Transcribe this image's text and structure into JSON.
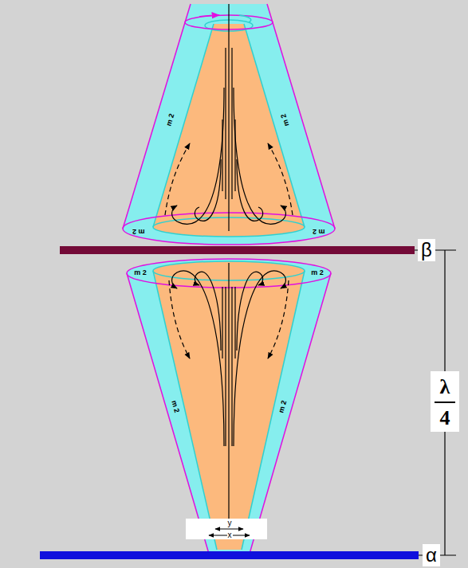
{
  "diagram": {
    "labels": [
      "m 2",
      "m 2",
      "m 2",
      "m 2",
      "m 2",
      "m 2",
      "m 2",
      "m 2",
      "β",
      "α",
      "λ",
      "4",
      "y",
      "x"
    ]
  }
}
